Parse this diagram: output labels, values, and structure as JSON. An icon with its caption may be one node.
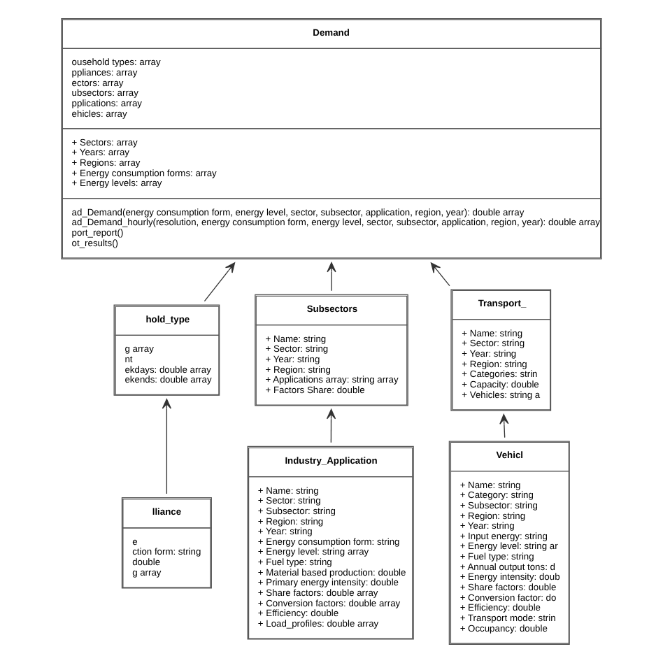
{
  "diagram": {
    "nodes": [
      {
        "text": [
          "Demand",
          "ousehold types: array",
          "ppliances: array",
          "ectors: array",
          "ubsectors: array",
          "pplications: array",
          "ehicles: array",
          "+ Sectors: array",
          "+ Years: array",
          "+ Regions: array",
          "+ Energy consumption forms: array",
          "+ Energy levels: array",
          "ad_Demand(energy consumption form, energy level, sector, subsector, application, region, year): double array",
          "ad_Demand_hourly(resolution, energy consumption form, energy level, sector, subsector, application, region, year): double array",
          "port_report()",
          "ot_results()"
        ]
      },
      {
        "text": [
          "hold_type",
          "g array",
          "nt",
          "ekdays: double array",
          "ekends: double array"
        ]
      },
      {
        "text": [
          "Subsectors",
          "+ Name: string",
          "+ Sector: string",
          "+ Year: string",
          "+ Region: string",
          "+ Applications array: string array",
          "+ Factors Share: double"
        ]
      },
      {
        "text": [
          "Transport_",
          "+ Name: string",
          "+ Sector: string",
          "+ Year: string",
          "+ Region: string",
          "+ Categories: strin",
          "+ Capacity: double",
          "+ Vehicles: string a"
        ]
      },
      {
        "text": [
          "lliance",
          "e",
          "ction form: string",
          "double",
          "g array"
        ]
      },
      {
        "text": [
          "Industry_Application",
          "+ Name: string",
          "+ Sector: string",
          "+ Subsector: string",
          "+ Region: string",
          "+ Year: string",
          "+ Energy consumption form: string",
          "+ Energy level: string array",
          "+ Fuel type: string",
          "+ Material based production: double",
          "+ Primary energy intensity: double",
          "+ Share factors: double array",
          "+ Conversion factors: double array",
          "+ Efficiency: double",
          "+ Load_profiles: double array"
        ]
      },
      {
        "text": [
          "Vehicl",
          "+ Name: string",
          "+ Category: string",
          "+ Subsector: string",
          "+ Region: string",
          "+ Year: string",
          "+ Input energy: string",
          "+ Energy level: string ar",
          "+ Fuel type: string",
          "+ Annual output tons: d",
          "+ Energy intensity: doub",
          "+ Share factors: double",
          "+ Conversion factor: do",
          "+ Efficiency: double",
          "+ Transport mode: strin",
          "+ Occupancy: double"
        ]
      }
    ],
    "edges": [
      {
        "from": 1,
        "to": 0,
        "arrow": "to"
      },
      {
        "from": 2,
        "to": 0,
        "arrow": "to"
      },
      {
        "from": 3,
        "to": 0,
        "arrow": "to"
      },
      {
        "from": 4,
        "to": 1,
        "arrow": "to"
      },
      {
        "from": 5,
        "to": 2,
        "arrow": "to"
      },
      {
        "from": 6,
        "to": 3,
        "arrow": "to"
      }
    ]
  }
}
